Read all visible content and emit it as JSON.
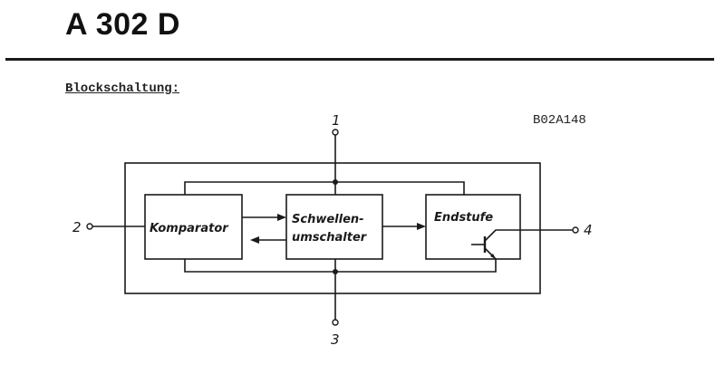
{
  "header": {
    "title": "A 302 D",
    "subtitle": "Blockschaltung:",
    "drawing_number": "B02A148"
  },
  "diagram": {
    "blocks": {
      "comparator": "Komparator",
      "threshold_line1": "Schwellen-",
      "threshold_line2": "umschalter",
      "output_stage": "Endstufe"
    },
    "pins": {
      "pin1": "1",
      "pin2": "2",
      "pin3": "3",
      "pin4": "4"
    }
  }
}
